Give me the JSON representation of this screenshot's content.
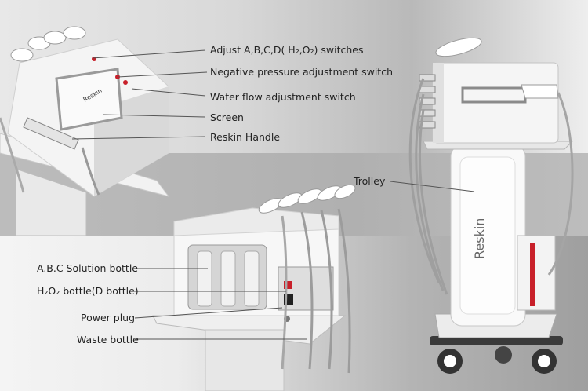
{
  "callouts": {
    "abcd_switches": "Adjust A,B,C,D( H₂,O₂) switches",
    "negative_pressure": "Negative pressure adjustment switch",
    "water_flow": "Water flow adjustment switch",
    "screen": "Screen",
    "handle": "Reskin Handle",
    "trolley": "Trolley",
    "solution_bottle": "A.B.C Solution bottle",
    "h2o2_bottle": "H₂O₂ bottle(D bottle)",
    "power_plug": "Power plug",
    "waste_bottle": "Waste bottle"
  },
  "brand": {
    "logo": "Reskin",
    "accent": "#c8202a"
  }
}
